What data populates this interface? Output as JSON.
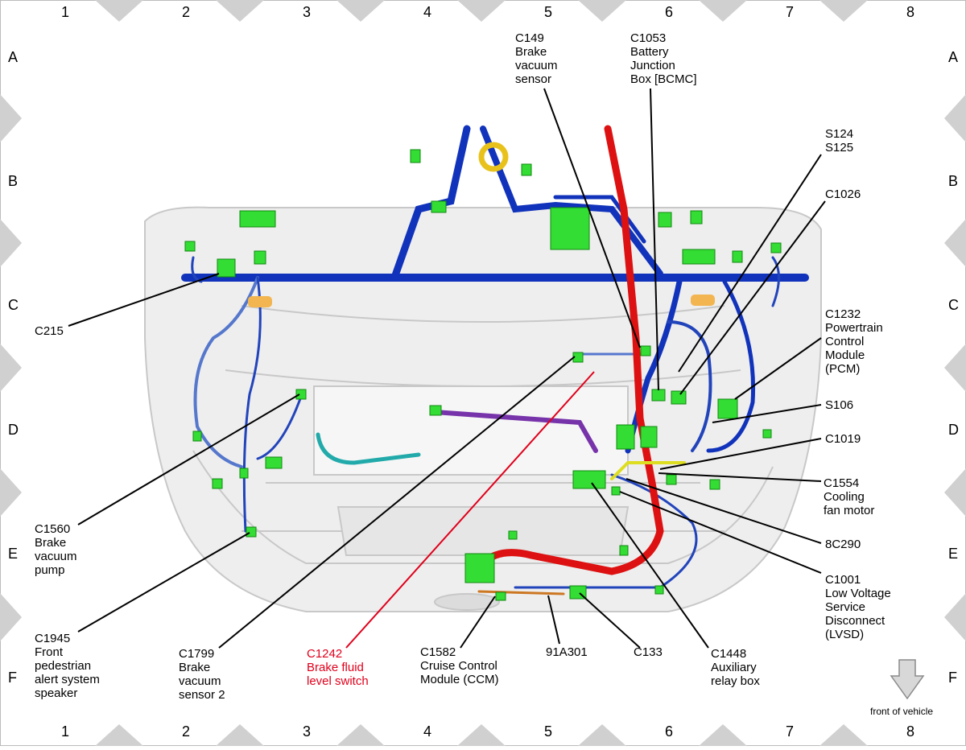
{
  "grid": {
    "columns": [
      "1",
      "2",
      "3",
      "4",
      "5",
      "6",
      "7",
      "8"
    ],
    "rows": [
      "A",
      "B",
      "C",
      "D",
      "E",
      "F"
    ]
  },
  "callouts": [
    {
      "id": "c149",
      "text": "C149\nBrake\nvacuum\nsensor"
    },
    {
      "id": "c1053",
      "text": "C1053\nBattery\nJunction\nBox [BCMC]"
    },
    {
      "id": "s124",
      "text": "S124\nS125"
    },
    {
      "id": "c1026",
      "text": "C1026"
    },
    {
      "id": "c1232",
      "text": "C1232\nPowertrain\nControl\nModule\n(PCM)"
    },
    {
      "id": "s106",
      "text": "S106"
    },
    {
      "id": "c1019",
      "text": "C1019"
    },
    {
      "id": "c1554",
      "text": "C1554\nCooling\nfan motor"
    },
    {
      "id": "8c290",
      "text": "8C290"
    },
    {
      "id": "c1001",
      "text": "C1001\nLow Voltage\nService\nDisconnect\n(LVSD)"
    },
    {
      "id": "c215",
      "text": "C215"
    },
    {
      "id": "c1560",
      "text": "C1560\nBrake\nvacuum\npump"
    },
    {
      "id": "c1945",
      "text": "C1945\nFront\npedestrian\nalert system\nspeaker"
    },
    {
      "id": "c1799",
      "text": "C1799\nBrake\nvacuum\nsensor 2"
    },
    {
      "id": "c1242",
      "text": "C1242\nBrake fluid\nlevel switch",
      "highlight": true
    },
    {
      "id": "c1582",
      "text": "C1582\nCruise Control\nModule (CCM)"
    },
    {
      "id": "91a301",
      "text": "91A301"
    },
    {
      "id": "c133",
      "text": "C133"
    },
    {
      "id": "c1448",
      "text": "C1448\nAuxiliary\nrelay box"
    }
  ],
  "front_indicator": {
    "label": "front of vehicle",
    "icon": "down-arrow-icon"
  },
  "colors": {
    "harness_blue": "#1133bb",
    "harness_light": "#5577cc",
    "connector_green": "#33dd33",
    "battery_cable_red": "#dd1111",
    "highlight_red": "#e0001b",
    "border_gray": "#cfcfcf"
  }
}
